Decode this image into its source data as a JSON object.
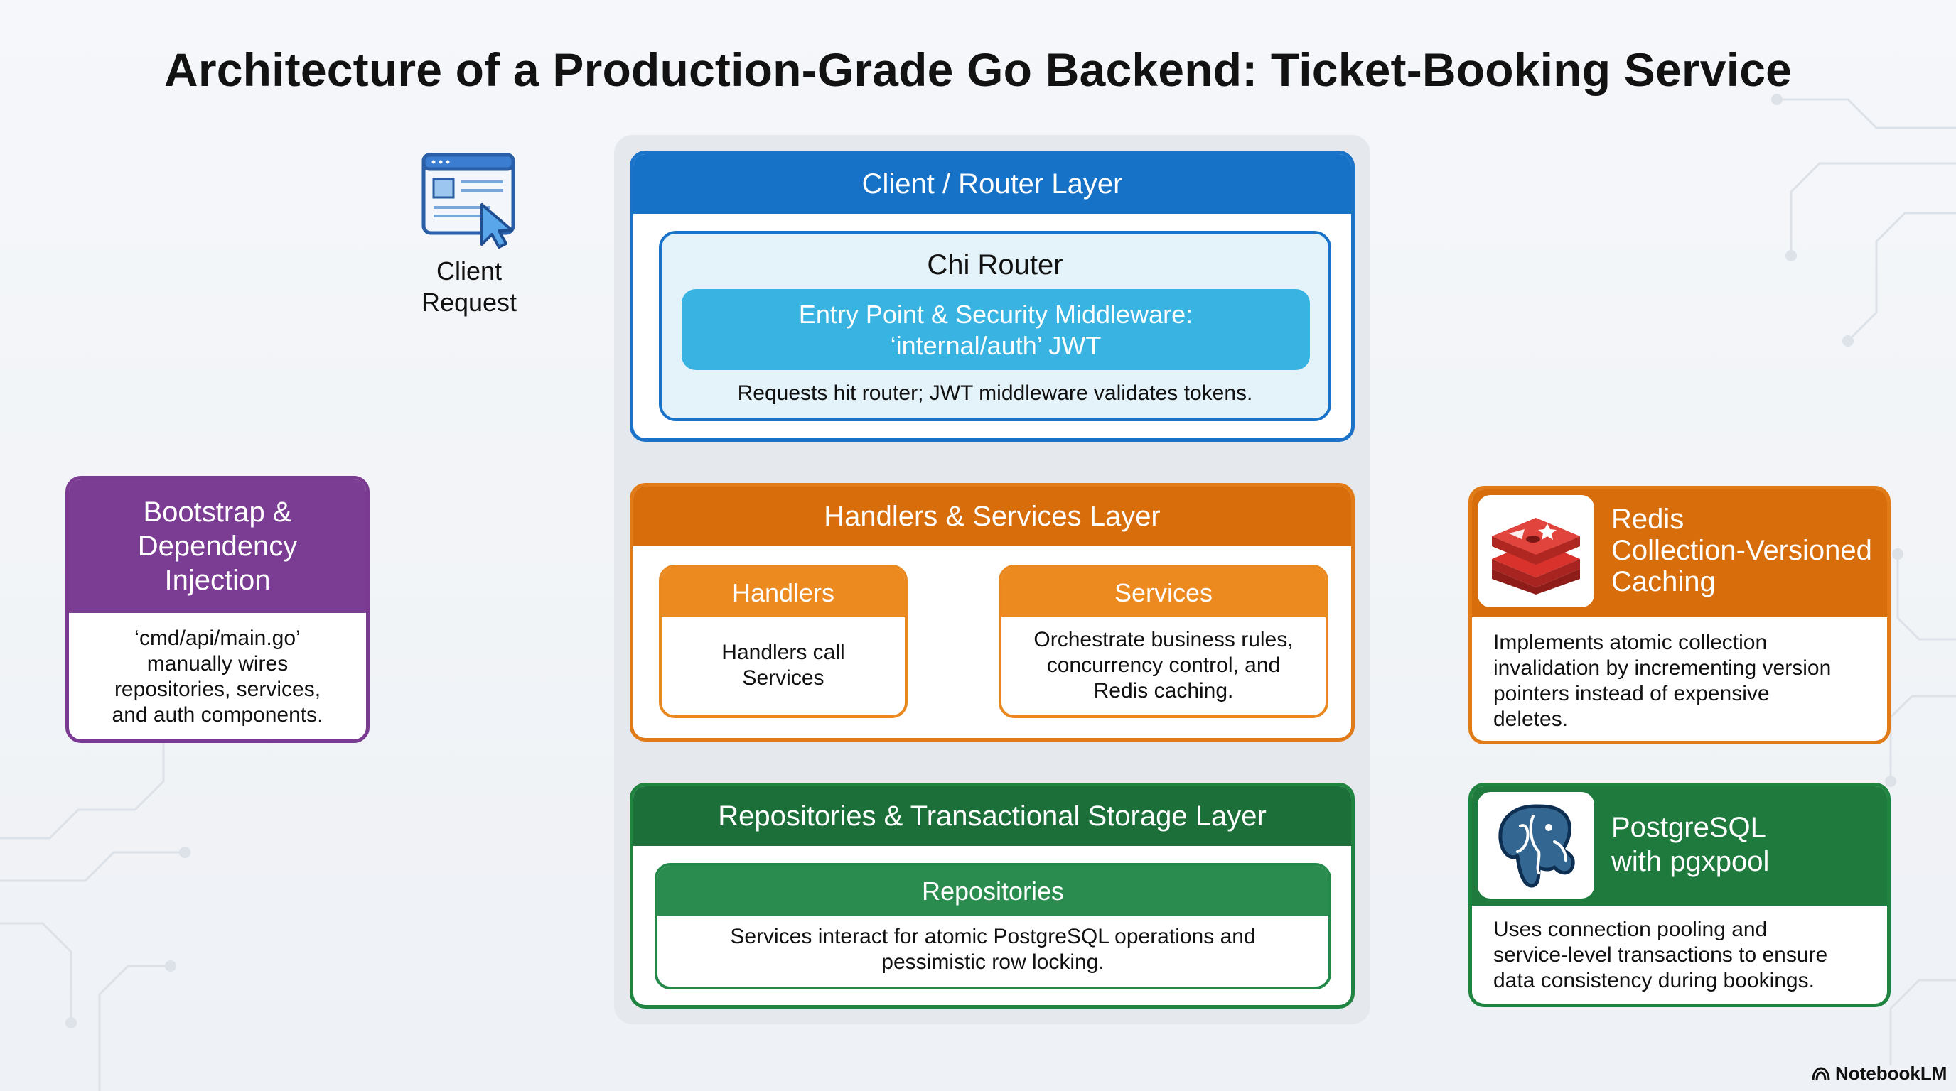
{
  "title": "Architecture of a Production-Grade Go Backend: Ticket-Booking Service",
  "client": {
    "label_line1": "Client",
    "label_line2": "Request",
    "icon": "browser-cursor-icon"
  },
  "router_layer": {
    "title": "Client / Router Layer",
    "chi_title": "Chi Router",
    "middleware_line1": "Entry Point & Security Middleware:",
    "middleware_line2": "‘internal/auth’ JWT",
    "description": "Requests hit router; JWT middleware validates tokens."
  },
  "handlers_layer": {
    "title": "Handlers & Services Layer",
    "handlers": {
      "title": "Handlers",
      "line1": "Handlers call",
      "line2": "Services"
    },
    "services": {
      "title": "Services",
      "line1": "Orchestrate business rules,",
      "line2": "concurrency control, and",
      "line3": "Redis caching."
    }
  },
  "repos_layer": {
    "title": "Repositories & Transactional Storage Layer",
    "repos_title": "Repositories",
    "line1": "Services interact for atomic PostgreSQL operations and",
    "line2": "pessimistic row locking."
  },
  "bootstrap": {
    "title_line1": "Bootstrap &",
    "title_line2": "Dependency",
    "title_line3": "Injection",
    "line1": "‘cmd/api/main.go’",
    "line2": "manually wires",
    "line3": "repositories, services,",
    "line4": "and auth components."
  },
  "redis": {
    "title_line1": "Redis",
    "title_line2": "Collection-Versioned",
    "title_line3": "Caching",
    "line1": "Implements atomic collection",
    "line2": "invalidation by incrementing version",
    "line3": "pointers instead of expensive",
    "line4": "deletes.",
    "icon": "redis-logo-icon"
  },
  "postgres": {
    "title_line1": "PostgreSQL",
    "title_line2": "with pgxpool",
    "line1": "Uses connection pooling and",
    "line2": "service-level transactions to ensure",
    "line3": "data consistency during bookings.",
    "icon": "postgres-elephant-icon"
  },
  "branding": "NotebookLM",
  "colors": {
    "router_blue": "#1672c6",
    "middleware_cyan": "#39b4e2",
    "handlers_orange": "#d86d0b",
    "repos_green": "#1d6f3a",
    "bootstrap_purple": "#7b3c93",
    "redis_red": "#c8302b"
  }
}
